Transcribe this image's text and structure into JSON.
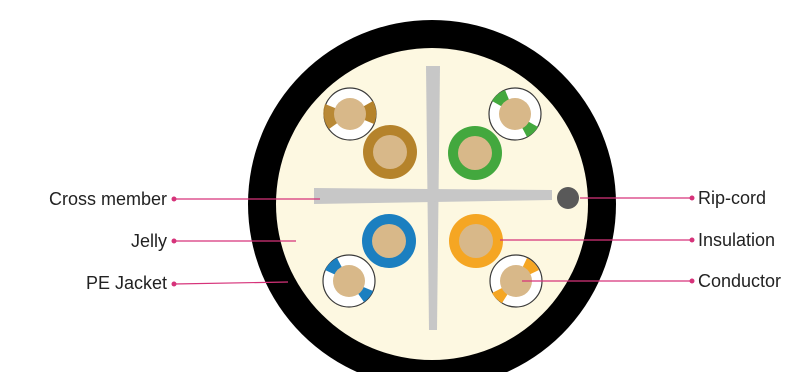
{
  "labels": {
    "cross_member": "Cross member",
    "jelly": "Jelly",
    "pe_jacket": "PE Jacket",
    "rip_cord": "Rip-cord",
    "insulation": "Insulation",
    "conductor": "Conductor"
  },
  "colors": {
    "jacket": "#000000",
    "jelly": "#fdf8e1",
    "cross_member": "#c7c7c7",
    "rip_cord": "#595959",
    "conductor": "#d8b889",
    "leader_line": "#d6337a",
    "pair_brown": "#b5832b",
    "pair_green": "#43a83e",
    "pair_blue": "#1b7fc0",
    "pair_orange": "#f5a623",
    "white_insulation": "#ffffff"
  }
}
